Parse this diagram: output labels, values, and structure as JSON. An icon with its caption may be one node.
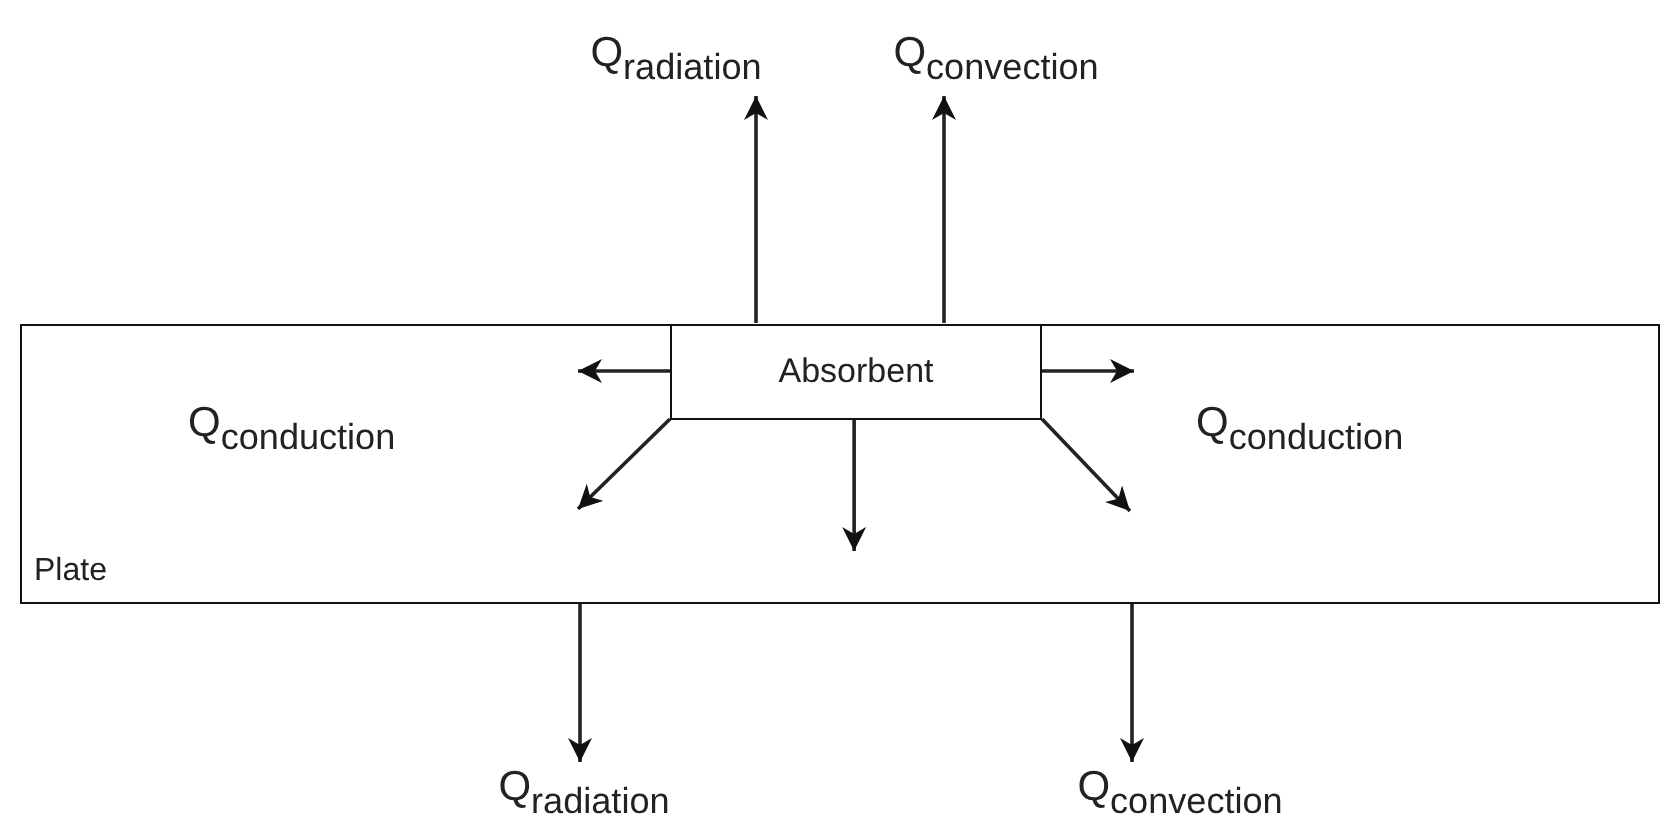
{
  "diagram": {
    "nodes": [
      {
        "text": [
          "Q$_{radiation}$"
        ]
      },
      {
        "text": [
          "Q$_{convection}$"
        ]
      },
      {
        "text": [
          "Plate"
        ]
      },
      {
        "text": [
          "Absorbent"
        ],
        "in": 2
      },
      {
        "text": [
          "Q$_{radiation}$"
        ]
      },
      {
        "text": [
          "Q$_{convection}$"
        ]
      }
    ],
    "edges": [
      {
        "from": 3,
        "to": 0,
        "arrow": "to"
      },
      {
        "from": 3,
        "to": 1,
        "arrow": "to"
      },
      {
        "from": 3,
        "to": null,
        "arrow": "to"
      },
      {
        "from": 3,
        "to": null,
        "arrow": "to"
      },
      {
        "from": 3,
        "to": null,
        "arrow": "to"
      },
      {
        "from": 3,
        "to": null,
        "arrow": "to"
      },
      {
        "from": 3,
        "to": null,
        "arrow": "to"
      },
      {
        "from": 2,
        "to": 4,
        "arrow": "to"
      },
      {
        "from": 2,
        "to": 5,
        "arrow": "to"
      }
    ],
    "labels": [
      "Q$_{conduction}$",
      "Q$_{conduction}$"
    ]
  }
}
